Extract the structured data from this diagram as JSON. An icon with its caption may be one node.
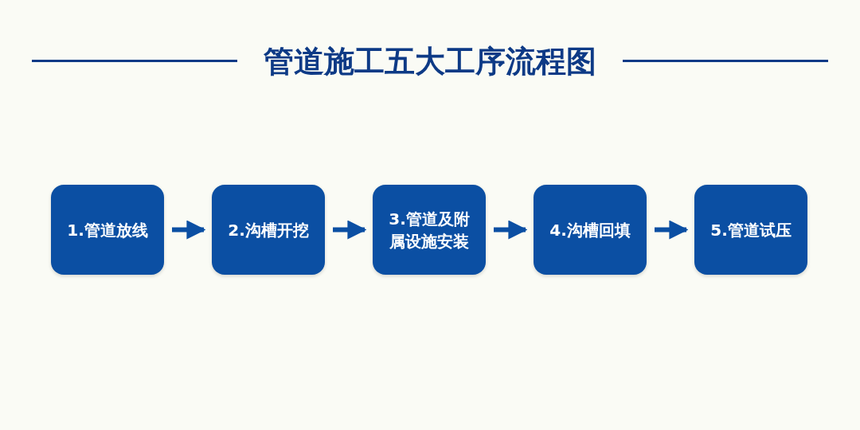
{
  "diagram": {
    "title": "管道施工五大工序流程图",
    "nodes": [
      {
        "text": [
          "1.管道放线"
        ]
      },
      {
        "text": [
          "2.沟槽开挖"
        ]
      },
      {
        "text": [
          "3.管道及附属设施安装"
        ]
      },
      {
        "text": [
          "4.沟槽回填"
        ]
      },
      {
        "text": [
          "5.管道试压"
        ]
      }
    ],
    "edges": [
      {
        "from": 0,
        "to": 1,
        "arrow": "to"
      },
      {
        "from": 1,
        "to": 2,
        "arrow": "to"
      },
      {
        "from": 2,
        "to": 3,
        "arrow": "to"
      },
      {
        "from": 3,
        "to": 4,
        "arrow": "to"
      }
    ]
  }
}
